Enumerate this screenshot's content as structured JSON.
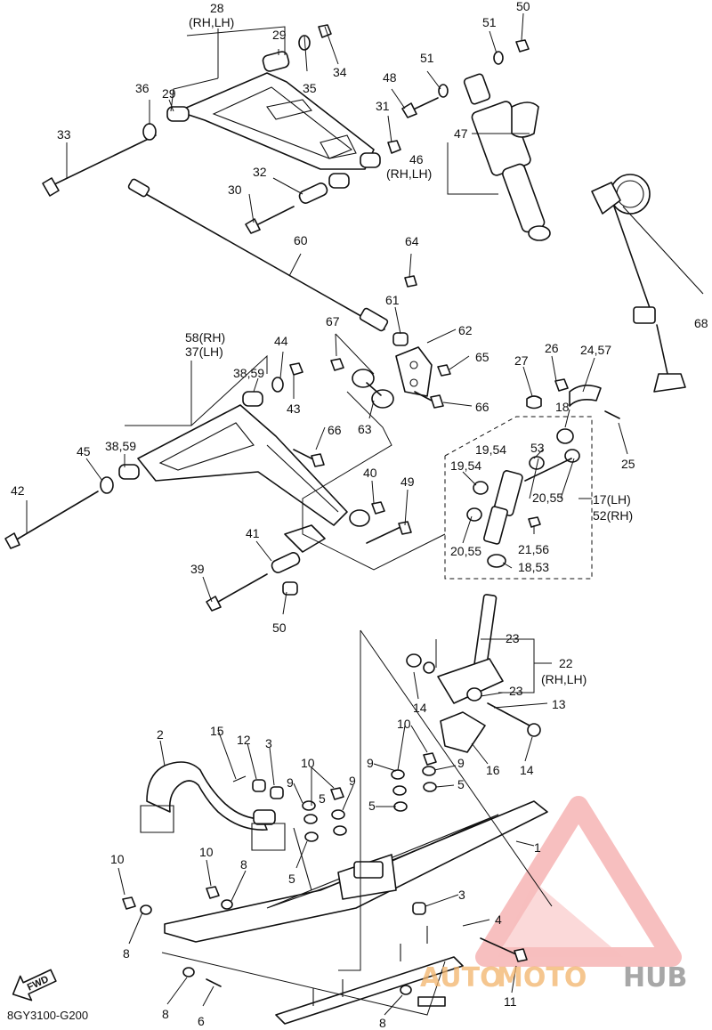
{
  "diagram": {
    "code": "8GY3100-G200",
    "fwd_label": "FWD",
    "callouts": {
      "c1": "1",
      "c2": "2",
      "c3a": "3",
      "c3b": "3",
      "c4": "4",
      "c5a": "5",
      "c5b": "5",
      "c5c": "5",
      "c5d": "5",
      "c6": "6",
      "c8a": "8",
      "c8b": "8",
      "c8c": "8",
      "c8d": "8",
      "c9a": "9",
      "c9b": "9",
      "c9c": "9",
      "c9d": "9",
      "c10a": "10",
      "c10b": "10",
      "c10c": "10",
      "c10d": "10",
      "c11": "11",
      "c12": "12",
      "c13": "13",
      "c14a": "14",
      "c14b": "14",
      "c15": "15",
      "c16": "16",
      "c17": "17(LH)",
      "c52": "52(RH)",
      "c18a": "18",
      "c18b": "18,53",
      "c19a": "19,54",
      "c19b": "19,54",
      "c20a": "20,55",
      "c20b": "20,55",
      "c21": "21,56",
      "c22": "22",
      "c22sub": "(RH,LH)",
      "c23a": "23",
      "c23b": "23",
      "c24": "24,57",
      "c25": "25",
      "c26": "26",
      "c27": "27",
      "c28": "28",
      "c28sub": "(RH,LH)",
      "c29a": "29",
      "c29b": "29",
      "c30": "30",
      "c31": "31",
      "c32": "32",
      "c33": "33",
      "c34": "34",
      "c35": "35",
      "c36": "36",
      "c37": "37(LH)",
      "c58": "58(RH)",
      "c38a": "38,59",
      "c38b": "38,59",
      "c39": "39",
      "c40": "40",
      "c41": "41",
      "c42": "42",
      "c43": "43",
      "c44": "44",
      "c45": "45",
      "c46": "46",
      "c46sub": "(RH,LH)",
      "c47": "47",
      "c48": "48",
      "c49": "49",
      "c50a": "50",
      "c50b": "50",
      "c51a": "51",
      "c51b": "51",
      "c53": "53",
      "c60": "60",
      "c61": "61",
      "c62": "62",
      "c63": "63",
      "c64": "64",
      "c65": "65",
      "c66a": "66",
      "c66b": "66",
      "c67": "67",
      "c68": "68"
    }
  },
  "watermark": {
    "text_a": "AUTO",
    "text_b": "MOTO",
    "text_c": "HUB",
    "color_a": "#f2b36a",
    "color_b": "#f2b36a",
    "color_c": "#8a8a8a",
    "logo_color": "#f28b8b"
  }
}
